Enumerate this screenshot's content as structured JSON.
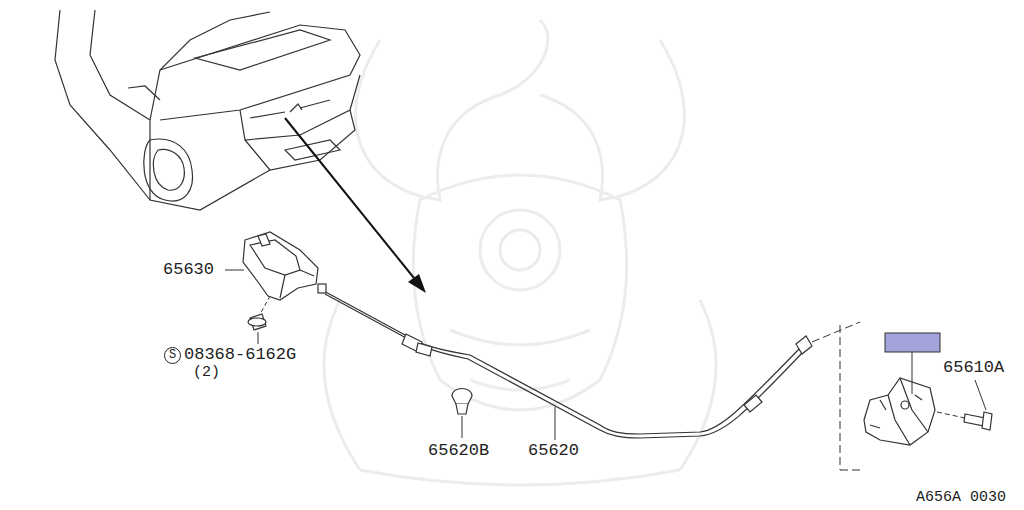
{
  "diagram": {
    "labels": [
      "65630",
      "S",
      "08368-6162G",
      "(2)",
      "65620B",
      "65620",
      "65610A",
      "A656A 0030"
    ]
  }
}
